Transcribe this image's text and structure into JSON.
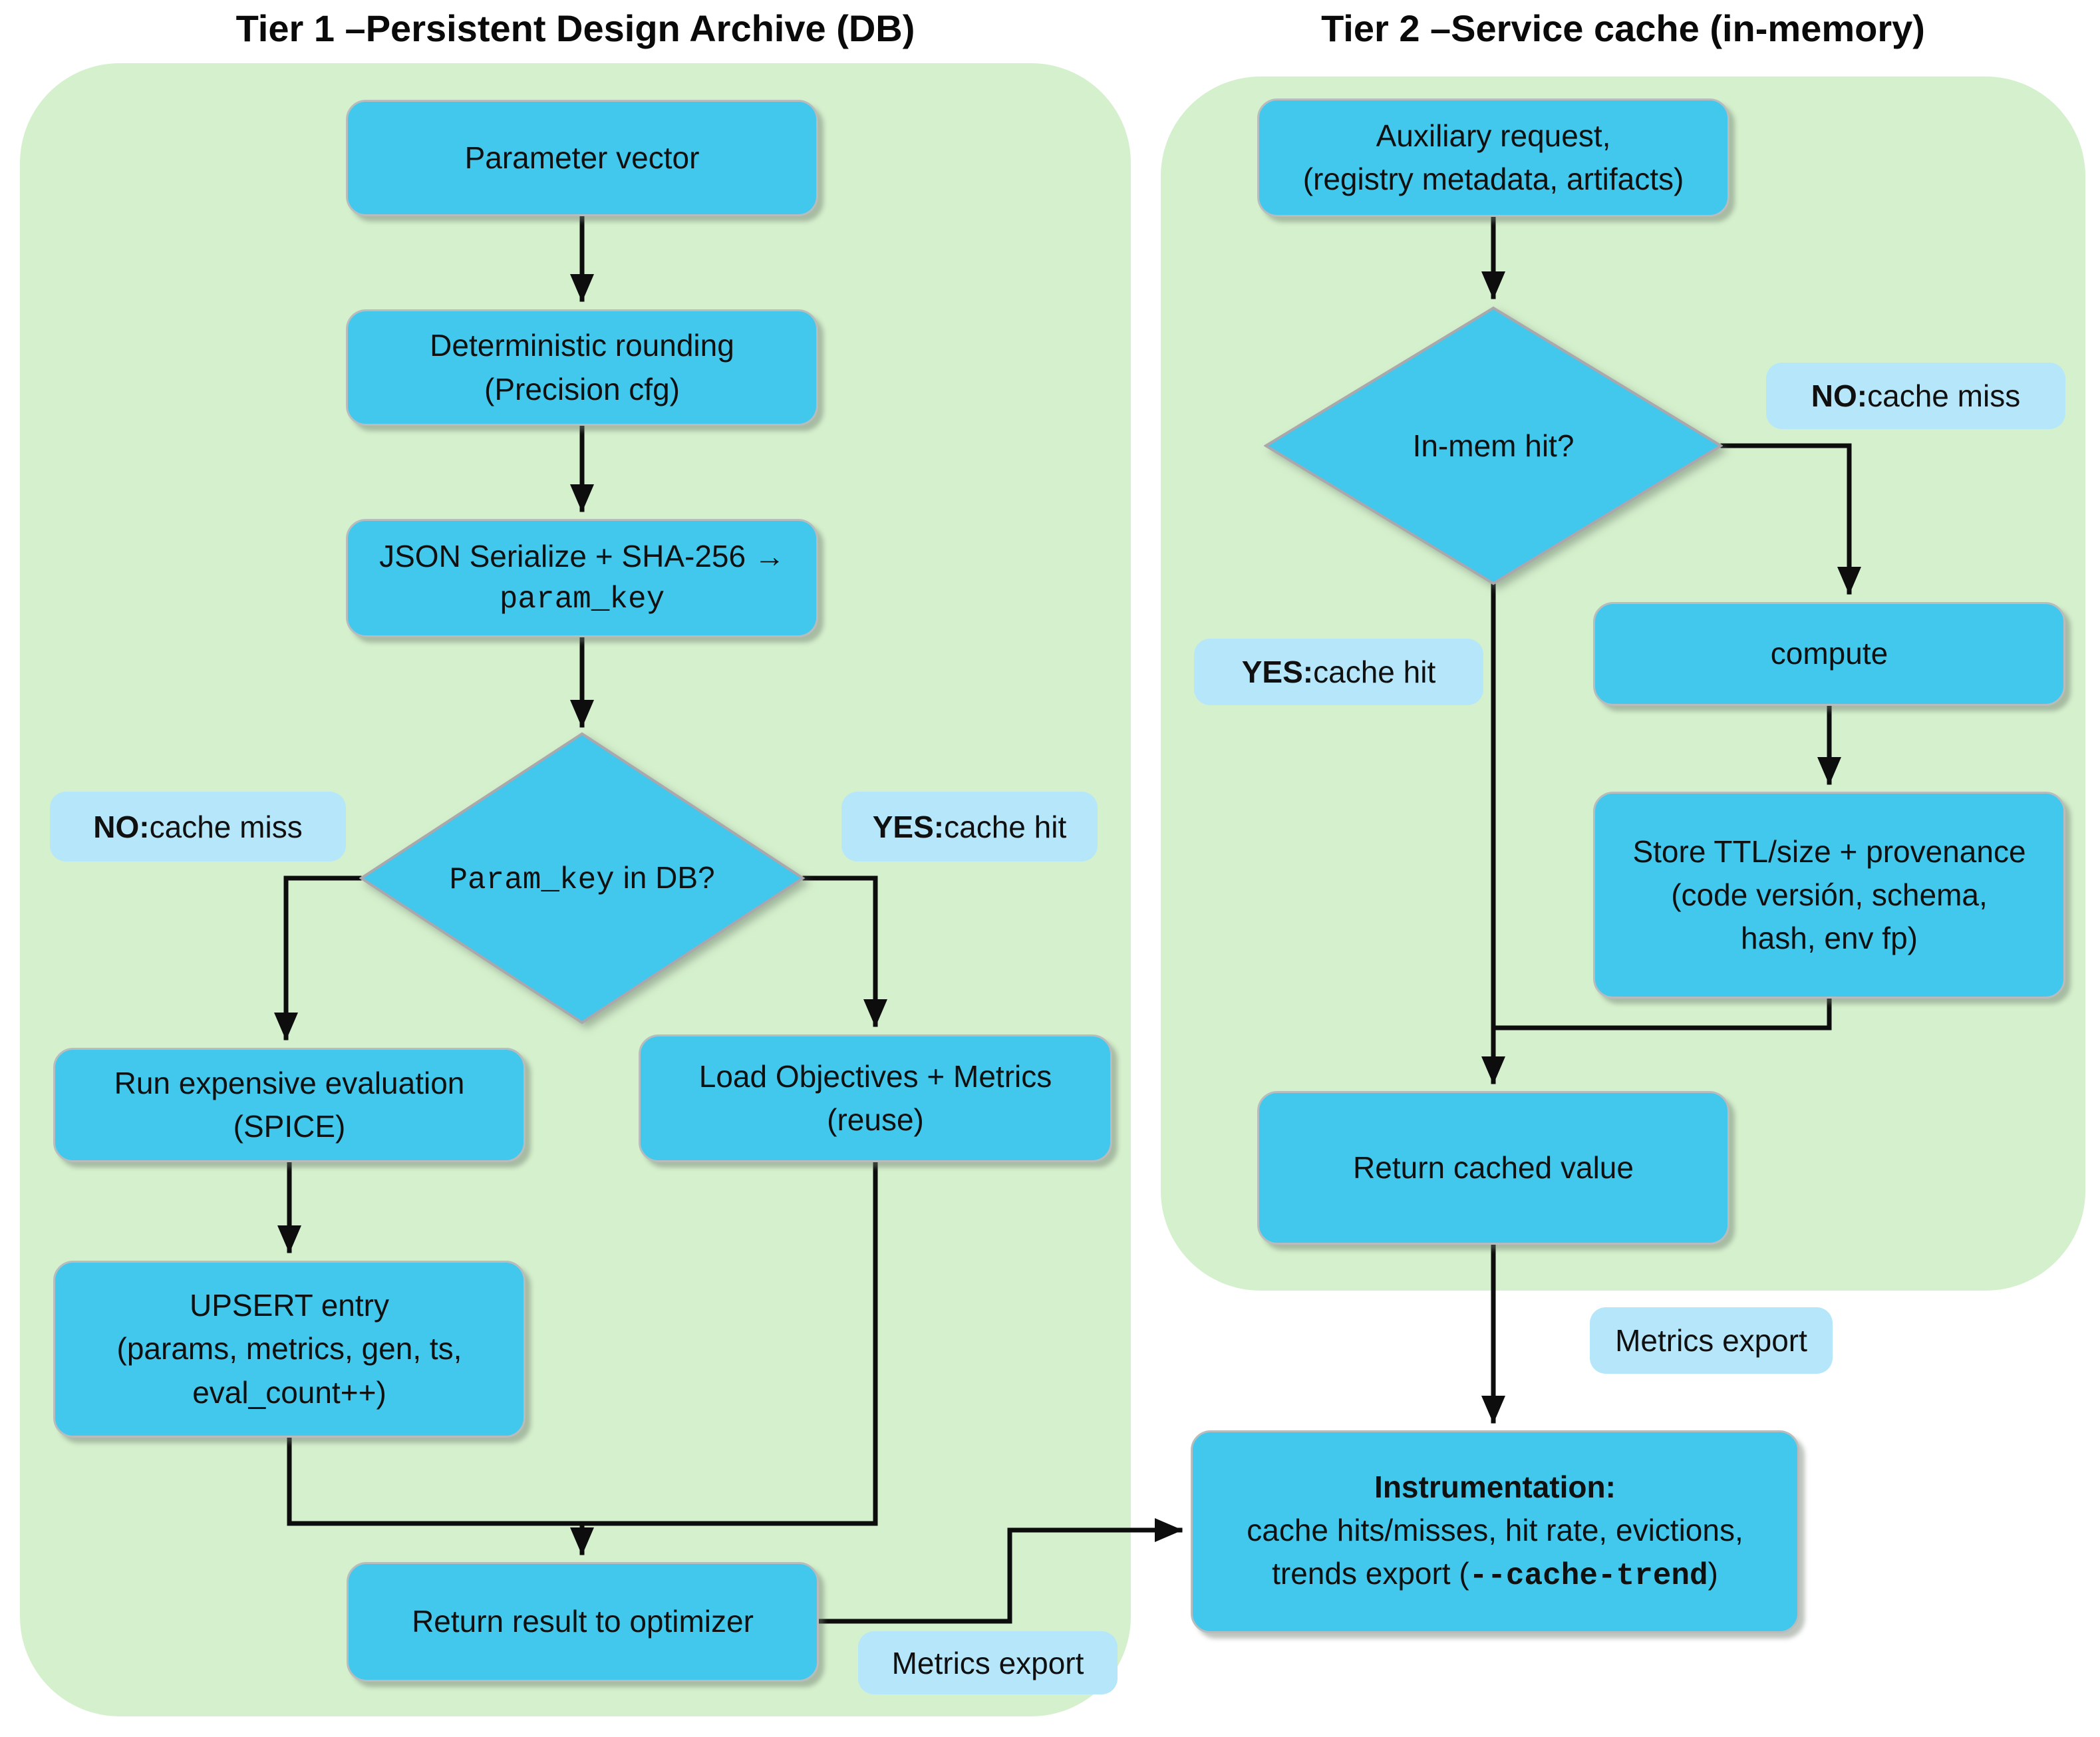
{
  "titles": {
    "tier1": "Tier 1 –Persistent Design Archive (DB)",
    "tier2": "Tier 2 –Service cache (in-memory)"
  },
  "colors": {
    "panel_green": "#d5f0cd",
    "node_cyan": "#41c8ec",
    "label_blue": "#b6e6f9",
    "connector_black": "#0d0d0d"
  },
  "tier1": {
    "parameter_vector": "Parameter vector",
    "deterministic_line1": "Deterministic rounding",
    "deterministic_line2": "(Precision cfg)",
    "serialize_line1": "JSON Serialize + SHA-256 →",
    "serialize_line2": "param_key",
    "decision_mono": "Param_key",
    "decision_rest": " in DB?",
    "no_prefix": "NO:",
    "no_rest": " cache miss",
    "yes_prefix": "YES:",
    "yes_rest": " cache hit",
    "run_line1": "Run expensive evaluation",
    "run_line2": "(SPICE)",
    "load_line1": "Load Objectives + Metrics",
    "load_line2": "(reuse)",
    "upsert_line1": "UPSERT entry",
    "upsert_line2": "(params, metrics, gen, ts,",
    "upsert_line3": "eval_count++)",
    "return_box": "Return result to optimizer",
    "metrics_export": "Metrics export"
  },
  "tier2": {
    "aux_line1": "Auxiliary request,",
    "aux_line2": "(registry metadata, artifacts)",
    "decision": "In-mem hit?",
    "no_prefix": "NO:",
    "no_rest": " cache miss",
    "yes_prefix": "YES:",
    "yes_rest": " cache hit",
    "compute": "compute",
    "store_line1": "Store TTL/size + provenance",
    "store_line2": "(code versión, schema,",
    "store_line3": "hash, env fp)",
    "return_cached": "Return cached value",
    "metrics_export": "Metrics export"
  },
  "instrumentation": {
    "line1": "Instrumentation:",
    "line2": "cache hits/misses, hit rate, evictions,",
    "line3_pre": "trends export (",
    "line3_mono": "--cache-trend",
    "line3_post": ")"
  }
}
